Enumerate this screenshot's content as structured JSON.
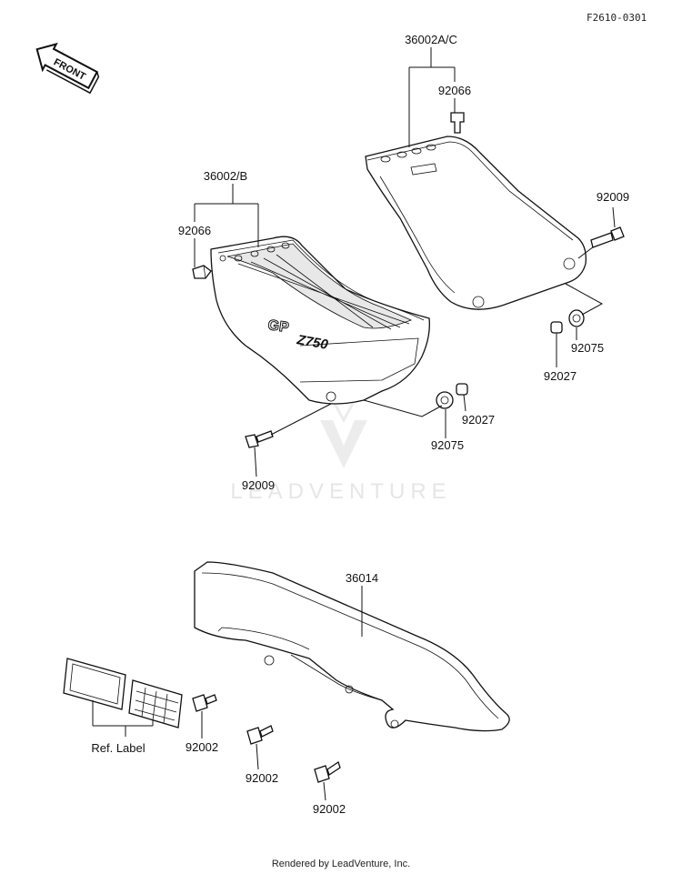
{
  "diagram_code": "F2610-0301",
  "front_arrow": "FRONT",
  "footer": "Rendered by LeadVenture, Inc.",
  "watermark": "LEADVENTURE",
  "badge": {
    "gp": "GP",
    "model": "Z750"
  },
  "labels": {
    "p36002ac": "36002A/C",
    "p92066_upper": "92066",
    "p92009_right": "92009",
    "p36002b": "36002/B",
    "p92066_left": "92066",
    "p92075_right": "92075",
    "p92027_right": "92027",
    "p92027_mid": "92027",
    "p92075_mid": "92075",
    "p92009_bottom": "92009",
    "p36014": "36014",
    "p92002_a": "92002",
    "p92002_b": "92002",
    "p92002_c": "92002",
    "ref_label": "Ref. Label"
  }
}
